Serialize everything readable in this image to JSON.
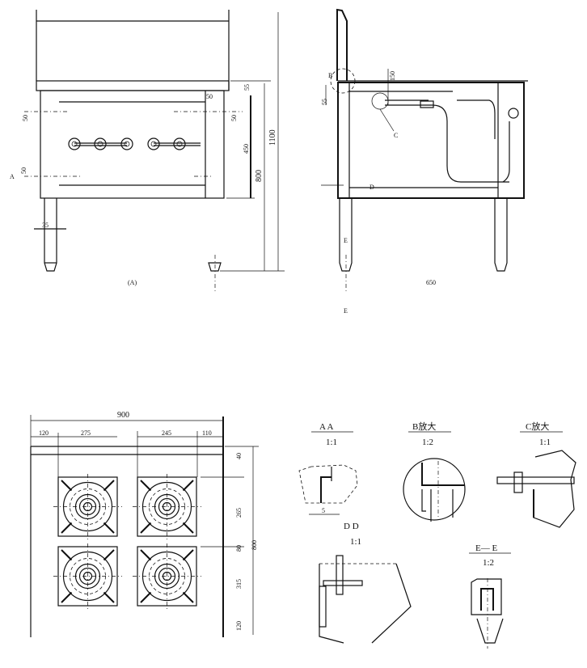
{
  "front_view": {
    "label": "(A)",
    "dims": {
      "overall_height": "1100",
      "body_height": "800",
      "panel_height": "450",
      "top_rail": "55",
      "left_upper": "50",
      "left_lower": "50",
      "right_upper": "50",
      "right_side": "50",
      "leg": "35"
    },
    "section_marks": {
      "a": "A"
    },
    "knob_count": 5
  },
  "side_view": {
    "label": "650",
    "dims": {
      "rail": "55",
      "upper": "150"
    },
    "marks": {
      "b": "B",
      "c": "C",
      "d": "D",
      "e_top": "E",
      "e_bottom": "E"
    }
  },
  "top_view": {
    "dims": {
      "overall_width": "900",
      "left_margin": "120",
      "burner_width_left": "275",
      "burner_width_right": "245",
      "right_margin": "110",
      "overall_depth": "800",
      "back_rail": "40",
      "upper_burner": "265",
      "gap": "80",
      "lower_burner": "315",
      "front": "120"
    },
    "burner_count": 4
  },
  "details": {
    "aa": {
      "title": "A   A",
      "scale": "1:1",
      "dim": "5"
    },
    "b": {
      "title": "B放大",
      "scale": "1:2"
    },
    "c": {
      "title": "C放大",
      "scale": "1:1"
    },
    "dd": {
      "title": "D     D",
      "scale": "1:1"
    },
    "ee": {
      "title": "E— E",
      "scale": "1:2"
    }
  }
}
